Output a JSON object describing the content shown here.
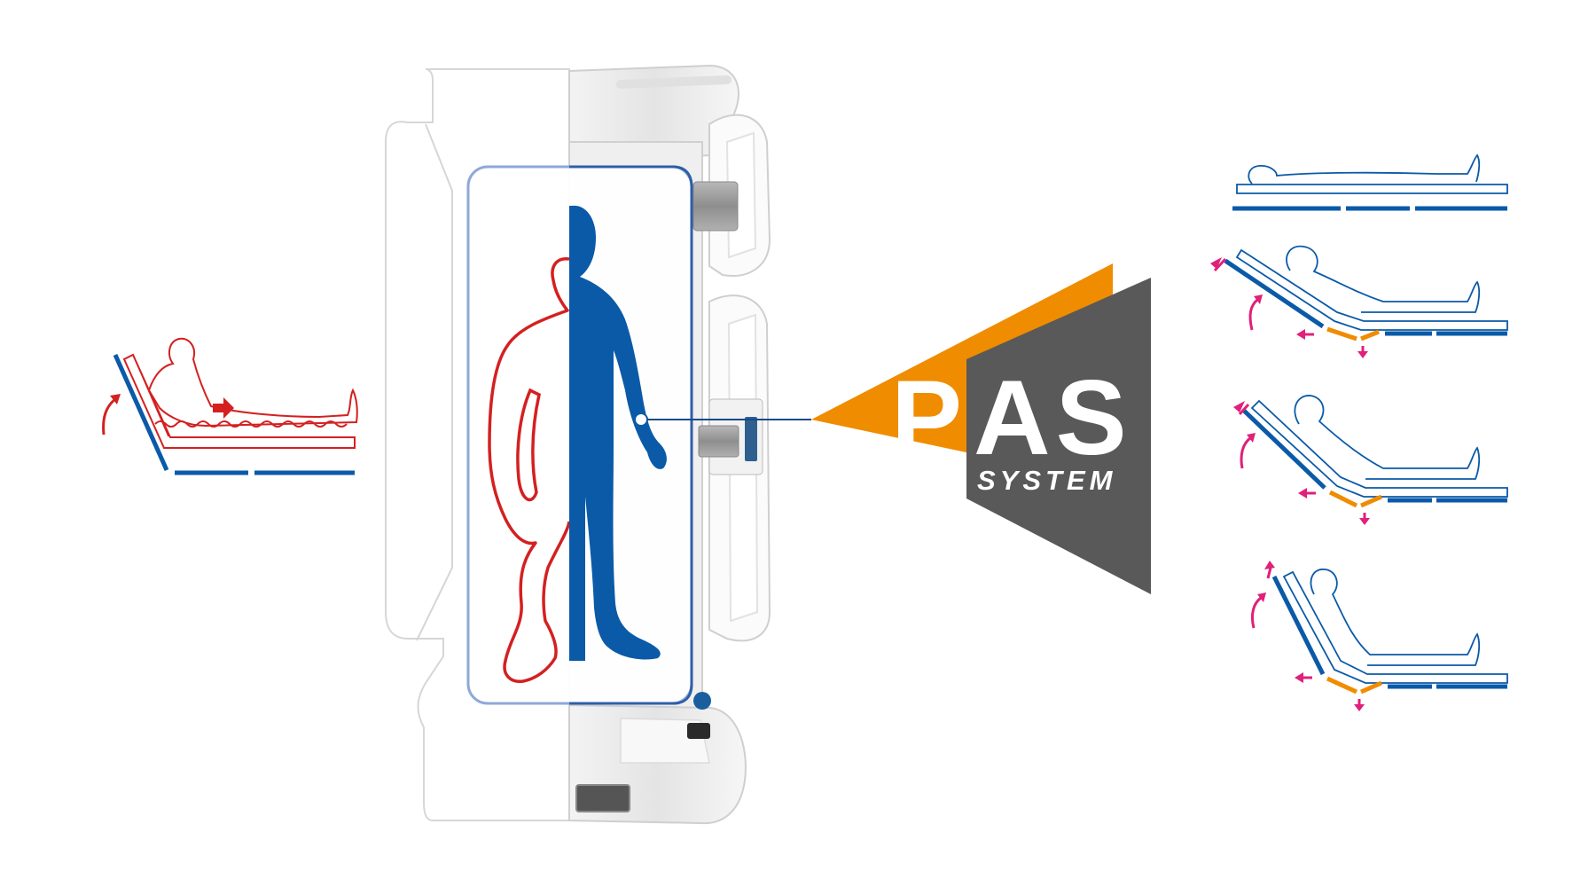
{
  "logo": {
    "letter_p": "P",
    "letters_as": "AS",
    "subtitle": "SYSTEM"
  },
  "colors": {
    "orange": "#f08c00",
    "dark_gray": "#595959",
    "blue": "#0a5aa8",
    "red": "#d42020",
    "magenta": "#e0207a",
    "bed_outline": "#d6d6d6"
  },
  "icons": {
    "left_panel": "conventional-bed-recline-icon",
    "center_panel": "bed-top-view-with-patient-icon",
    "right_panel": "pas-recline-sequence-icon"
  }
}
